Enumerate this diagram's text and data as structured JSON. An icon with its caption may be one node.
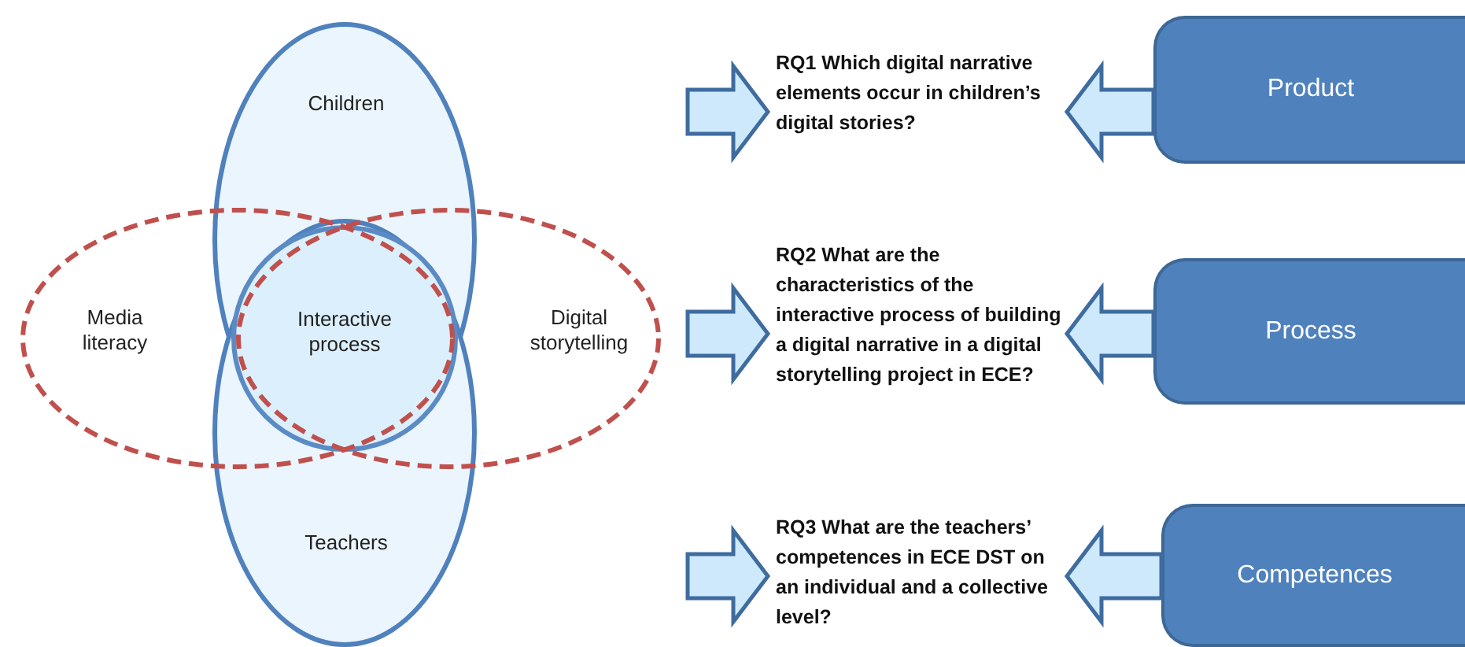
{
  "diagram": {
    "nodes": [
      {
        "text": [
          "Children"
        ]
      },
      {
        "text": [
          "Media literacy"
        ]
      },
      {
        "text": [
          "Interactive process"
        ]
      },
      {
        "text": [
          "Digital storytelling"
        ]
      },
      {
        "text": [
          "Teachers"
        ]
      },
      {
        "text": [
          "RQ1 Which digital narrative elements occur in children’s digital stories?"
        ]
      },
      {
        "text": [
          "Product"
        ]
      },
      {
        "text": [
          "RQ2 What are the characteristics of the interactive process of building a digital narrative in a digital storytelling project in ECE?"
        ]
      },
      {
        "text": [
          "Process"
        ]
      },
      {
        "text": [
          "RQ3 What are the teachers’ competences in ECE DST on an individual and a collective level?"
        ]
      },
      {
        "text": [
          "Competences"
        ]
      }
    ],
    "edges": [
      {
        "from": null,
        "to": 5,
        "arrow": "to"
      },
      {
        "from": 6,
        "to": 5,
        "arrow": "to"
      },
      {
        "from": null,
        "to": 7,
        "arrow": "to"
      },
      {
        "from": 8,
        "to": 7,
        "arrow": "to"
      },
      {
        "from": null,
        "to": 9,
        "arrow": "to"
      },
      {
        "from": 10,
        "to": 9,
        "arrow": "to"
      }
    ]
  }
}
